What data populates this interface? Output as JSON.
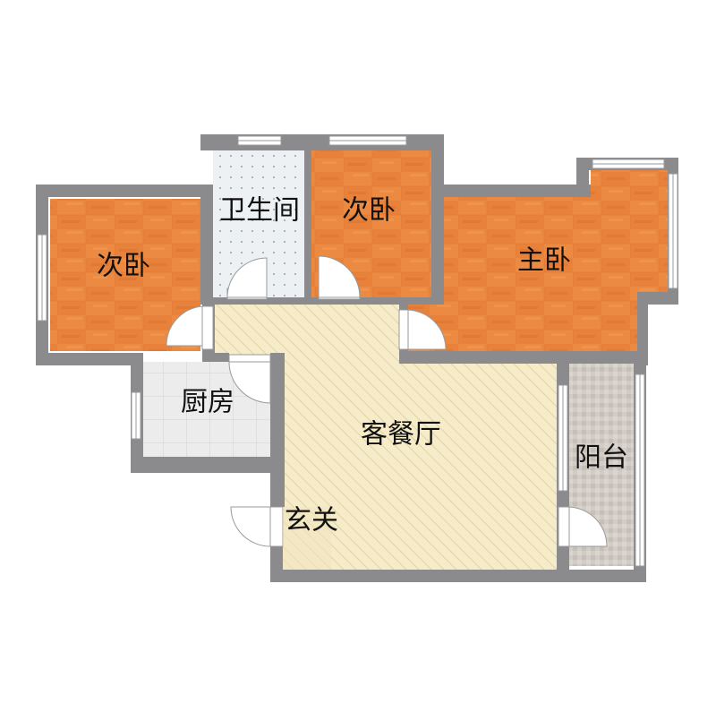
{
  "rooms": {
    "bedroom_left": "次卧",
    "bathroom": "卫生间",
    "bedroom_middle": "次卧",
    "master_bedroom": "主卧",
    "kitchen": "厨房",
    "living_dining": "客餐厅",
    "balcony": "阳台",
    "entrance": "玄关"
  },
  "colors": {
    "wall": "#8b8b8d",
    "wood_floor": "#e8823a",
    "wood_floor_light": "#f29a55",
    "wood_floor_dark": "#d8702a",
    "bathroom_tile": "#eef1f3",
    "kitchen_tile": "#ececec",
    "living_floor": "#f6ecc9",
    "living_hatch": "#ddd0a4",
    "balcony_tile": "#cfcac3",
    "window_frame": "#9a9a9a",
    "door_leaf": "#ffffff"
  }
}
